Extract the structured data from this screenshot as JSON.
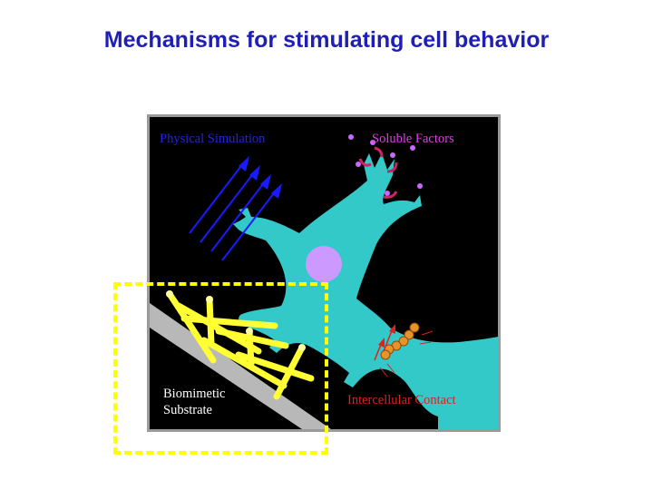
{
  "slide": {
    "title": "Mechanisms for stimulating cell behavior"
  },
  "figure": {
    "labels": {
      "physical": "Physical Simulation",
      "soluble": "Soluble Factors",
      "biomimetic_line1": "Biomimetic",
      "biomimetic_line2": "Substrate",
      "contact": "Intercellular Contact"
    },
    "colors": {
      "background": "#000000",
      "cell": "#33c9c9",
      "nucleus": "#cc99ff",
      "physical_arrows": "#1a1aff",
      "soluble_factor": "#cc66ff",
      "receptor": "#cc2266",
      "fiber": "#ffff33",
      "substrate": "#b8b8b8",
      "contact_molecule": "#e8922a",
      "contact_arrow": "#e0201a",
      "dashed_box": "#ffff00"
    }
  }
}
